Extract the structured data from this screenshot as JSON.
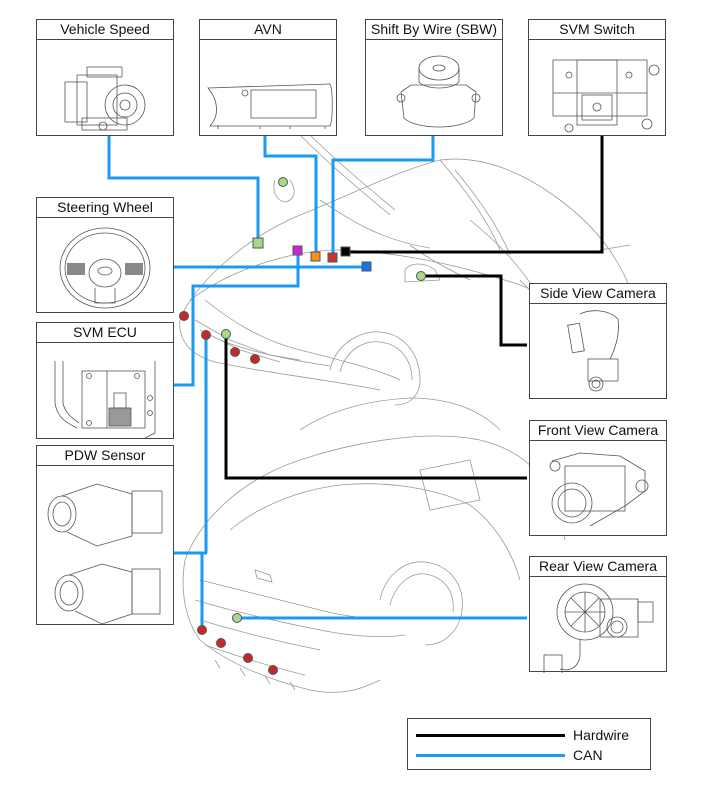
{
  "diagram": {
    "title": "SVM System Configuration",
    "components": [
      {
        "id": "vehicle-speed",
        "label": "Vehicle Speed",
        "connection": "CAN"
      },
      {
        "id": "avn",
        "label": "AVN",
        "connection": "CAN"
      },
      {
        "id": "sbw",
        "label": "Shift By Wire (SBW)",
        "connection": "CAN"
      },
      {
        "id": "svm-switch",
        "label": "SVM Switch",
        "connection": "Hardwire"
      },
      {
        "id": "steering-wheel",
        "label": "Steering Wheel",
        "connection": "CAN"
      },
      {
        "id": "svm-ecu",
        "label": "SVM ECU",
        "connection": "CAN"
      },
      {
        "id": "pdw-sensor",
        "label": "PDW Sensor",
        "connection": "CAN"
      },
      {
        "id": "side-view-camera",
        "label": "Side View Camera",
        "connection": "Hardwire"
      },
      {
        "id": "front-view-camera",
        "label": "Front View Camera",
        "connection": "Hardwire"
      },
      {
        "id": "rear-view-camera",
        "label": "Rear View Camera",
        "connection": "CAN"
      }
    ],
    "markers": [
      {
        "name": "vehicle-speed-marker",
        "shape": "square",
        "color": "#a8d88a"
      },
      {
        "name": "svm-ecu-marker",
        "shape": "square",
        "color": "#d21fe0"
      },
      {
        "name": "avn-marker",
        "shape": "square",
        "color": "#ff8c1a"
      },
      {
        "name": "sbw-marker",
        "shape": "square",
        "color": "#cc3333"
      },
      {
        "name": "svm-switch-marker",
        "shape": "square",
        "color": "#000000"
      },
      {
        "name": "steering-wheel-marker",
        "shape": "square",
        "color": "#1a73e8"
      },
      {
        "name": "camera-marker",
        "shape": "circle",
        "color": "#a8d88a"
      },
      {
        "name": "pdw-sensor-marker",
        "shape": "circle",
        "color": "#c62828"
      }
    ]
  },
  "legend": {
    "items": [
      {
        "label": "Hardwire",
        "color": "#000000"
      },
      {
        "label": "CAN",
        "color": "#1a9af0"
      }
    ]
  }
}
